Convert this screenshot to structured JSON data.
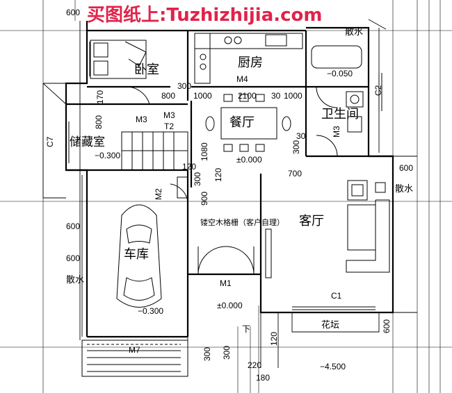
{
  "watermark": "买图纸上:Tuzhizhijia.com",
  "rooms": {
    "bedroom": "卧室",
    "kitchen": "厨房",
    "dining": "餐厅",
    "bathroom": "卫生间",
    "storage": "储藏室",
    "garage": "车库",
    "living": "客厅",
    "flowerbed": "花坛",
    "scatter_top": "散水",
    "scatter_right": "散水",
    "scatter_left": "散水",
    "screen_note": "镂空木格栅（客户自理）"
  },
  "doors": {
    "m4": "M4",
    "m3a": "M3",
    "m3b": "M3",
    "m3c": "M3",
    "m2": "M2",
    "m1": "M1",
    "m7": "M7",
    "c1": "C1",
    "c2": "C2",
    "c7": "C7"
  },
  "dims": {
    "d600_top": "600",
    "d300_top": "300",
    "d800_a": "800",
    "d1000_a": "1000",
    "d2100": "2100",
    "d300_b": "30",
    "d1000_b": "1000",
    "d800_b": "800",
    "d170": "170",
    "d30_bath": "30",
    "d300_bath": "300",
    "d1080": "1080",
    "d120": "120",
    "d300_l": "300",
    "d120_b": "120",
    "d700": "700",
    "d900": "900",
    "d600_r1": "600",
    "d600_l1": "600",
    "d600_l2": "600",
    "d600_r2": "600",
    "d300_bot": "300",
    "d120_bot": "120",
    "d220": "220",
    "d180": "180",
    "d300_bot2": "300",
    "t2": "T2",
    "down": "下"
  },
  "levels": {
    "bath": "−0.050",
    "storage": "−0.300",
    "hall": "±0.000",
    "entry": "±0.000",
    "garage": "−0.300",
    "outdoor": "−4.500"
  }
}
